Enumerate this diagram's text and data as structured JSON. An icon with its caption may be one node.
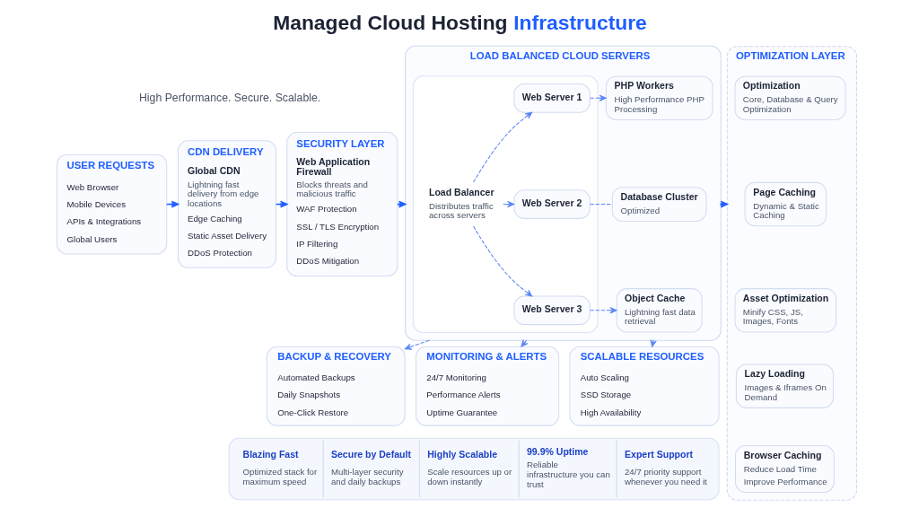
{
  "diagram": {
    "title": "Managed Cloud Hosting Infrastructure",
    "nodes": [
      {
        "text": [
          "USER REQUESTS",
          "Web Browser",
          "Mobile Devices",
          "APIs & Integrations",
          "Global Users"
        ]
      },
      {
        "text": [
          "CDN DELIVERY",
          "Global CDN",
          "Lightning fast delivery from edge locations",
          "Edge Caching",
          "Static Asset Delivery",
          "DDoS Protection"
        ]
      },
      {
        "text": [
          "SECURITY LAYER",
          "Web Application Firewall",
          "Blocks threats and malicious traffic",
          "WAF Protection",
          "SSL / TLS Encryption",
          "IP Filtering",
          "DDoS Mitigation"
        ]
      },
      {
        "text": [
          "LOAD BALANCED CLOUD SERVERS"
        ]
      },
      {
        "text": [],
        "shape": "box",
        "in": 3
      },
      {
        "text": [
          "Load Balancer",
          "Distributes traffic across servers"
        ],
        "in": 4
      },
      {
        "text": [
          "Web Server 1"
        ],
        "in": 4
      },
      {
        "text": [
          "Web Server 2"
        ],
        "in": 4
      },
      {
        "text": [
          "Web Server 3"
        ],
        "in": 4
      },
      {
        "text": [
          "PHP Workers",
          "High Performance PHP Processing"
        ],
        "in": 3
      },
      {
        "text": [
          "Database Cluster",
          "Optimized"
        ],
        "in": 3
      },
      {
        "text": [
          "Object Cache",
          "Lightning fast data retrieval"
        ],
        "in": 3
      },
      {
        "text": [
          "OPTIMIZATION LAYER"
        ]
      },
      {
        "text": [
          "Optimization",
          "Core, Database & Query Optimization"
        ],
        "in": 12
      },
      {
        "text": [
          "Page Caching",
          "Dynamic & Static Caching"
        ],
        "in": 12
      },
      {
        "text": [
          "Asset Optimization",
          "Minify CSS, JS, Images, Fonts"
        ],
        "in": 12
      },
      {
        "text": [
          "Lazy Loading",
          "Images & Iframes On Demand"
        ],
        "in": 12
      },
      {
        "text": [
          "Browser Caching",
          "Reduce Load Time",
          "Improve Performance"
        ],
        "in": 12
      },
      {
        "text": [
          "BACKUP & RECOVERY",
          "Automated Backups",
          "Daily Snapshots",
          "One-Click Restore"
        ]
      },
      {
        "text": [
          "MONITORING & ALERTS",
          "24/7 Monitoring",
          "Performance Alerts",
          "Uptime Guarantee"
        ]
      },
      {
        "text": [
          "SCALABLE RESOURCES",
          "Auto Scaling",
          "SSD Storage",
          "High Availability"
        ]
      },
      {
        "text": [
          "Blazing Fast",
          "Optimized stack for maximum speed",
          "Secure by Default",
          "Multi-layer security and daily backups",
          "Highly Scalable",
          "Scale resources up or down instantly",
          "99.9% Uptime",
          "Reliable infrastructure you can trust",
          "Expert Support",
          "24/7 priority support whenever you need it"
        ]
      }
    ],
    "edges": [
      {
        "from": 0,
        "to": 1,
        "arrow": "to"
      },
      {
        "from": 1,
        "to": 2,
        "arrow": "to"
      },
      {
        "from": 2,
        "to": 3,
        "arrow": "to"
      },
      {
        "from": 3,
        "to": 12,
        "arrow": "to"
      },
      {
        "from": 5,
        "to": 6,
        "arrow": "to",
        "style": "dashed"
      },
      {
        "from": 5,
        "to": 7,
        "arrow": "to",
        "style": "dashed"
      },
      {
        "from": 5,
        "to": 8,
        "arrow": "to",
        "style": "dashed"
      },
      {
        "from": 6,
        "to": 9,
        "arrow": "to",
        "style": "dashed"
      },
      {
        "from": 7,
        "to": 10,
        "arrow": "none",
        "style": "dashed"
      },
      {
        "from": 8,
        "to": 11,
        "arrow": "to",
        "style": "dashed"
      },
      {
        "from": 3,
        "to": 18,
        "arrow": "to",
        "style": "dashed"
      },
      {
        "from": 3,
        "to": 19,
        "arrow": "to",
        "style": "dashed"
      },
      {
        "from": 3,
        "to": 20,
        "arrow": "to",
        "style": "dashed"
      }
    ],
    "labels": [
      "High Performance. Secure. Scalable."
    ]
  }
}
